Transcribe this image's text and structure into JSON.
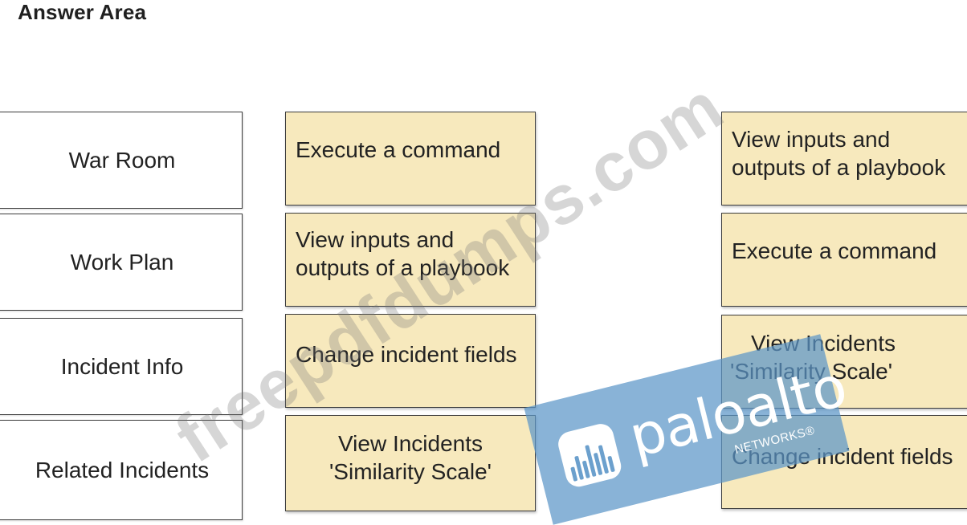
{
  "heading": "Answer Area",
  "labels": [
    "War Room",
    "Work Plan",
    "Incident Info",
    "Related Incidents"
  ],
  "answers": [
    {
      "lines": [
        "Execute a command"
      ]
    },
    {
      "lines": [
        "View inputs and",
        "outputs of a playbook"
      ]
    },
    {
      "lines": [
        "Change incident fields"
      ]
    },
    {
      "lines": [
        "View Incidents",
        "'Similarity Scale'"
      ]
    }
  ],
  "options": [
    {
      "lines": [
        "View inputs and",
        "outputs of a playbook"
      ]
    },
    {
      "lines": [
        "Execute a command"
      ]
    },
    {
      "lines": [
        "View Incidents",
        "'Similarity Scale'"
      ]
    },
    {
      "lines": [
        "Change incident fields"
      ]
    }
  ],
  "watermark": "freepdfdumps.com",
  "logo": {
    "name": "paloalto",
    "sub": "NETWORKS®",
    "color": "#5c96c8"
  },
  "colors": {
    "option_bg": "#f7e9bd",
    "border": "#3c3c3c"
  }
}
